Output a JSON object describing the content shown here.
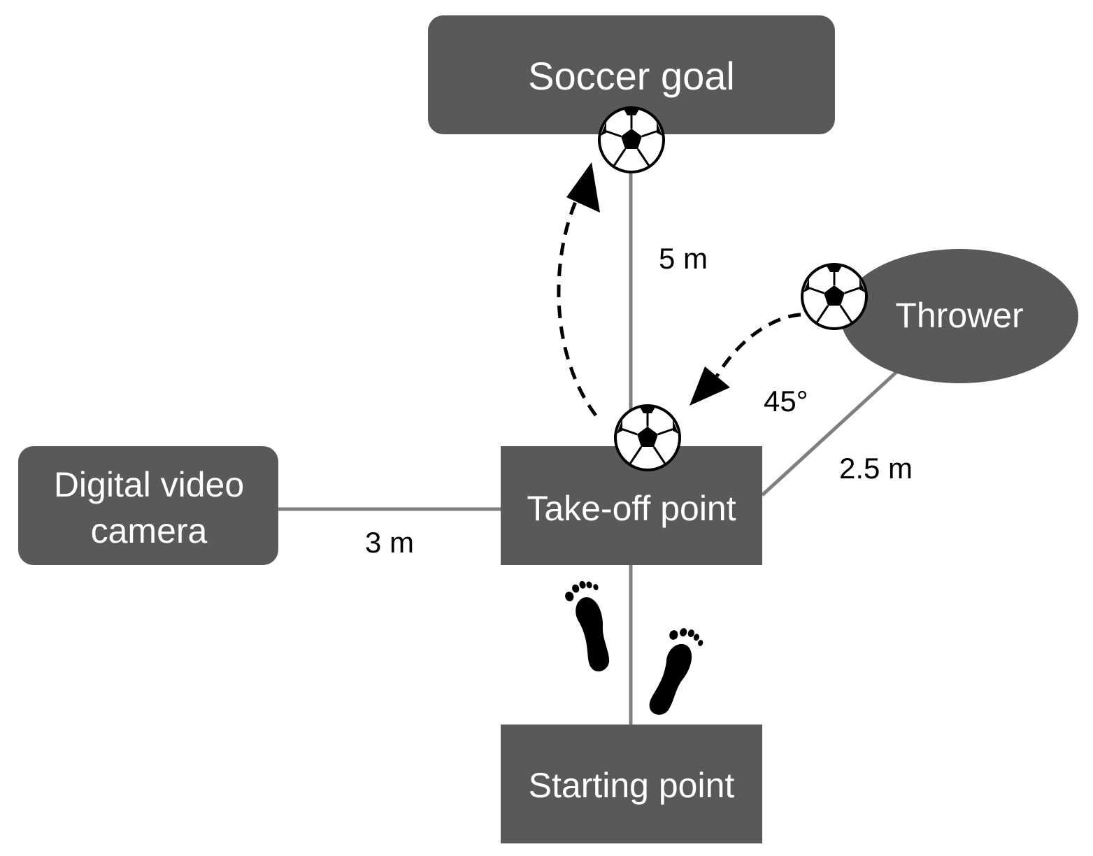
{
  "nodes": {
    "soccer_goal": {
      "label": "Soccer goal"
    },
    "thrower": {
      "label": "Thrower"
    },
    "camera": {
      "line1": "Digital video",
      "line2": "camera"
    },
    "takeoff": {
      "label": "Take-off point"
    },
    "start": {
      "label": "Starting point"
    }
  },
  "dimensions": {
    "goal_distance": "5 m",
    "camera_distance": "3 m",
    "thrower_distance": "2.5 m",
    "thrower_angle": "45°"
  },
  "icons": [
    "soccer-ball-icon",
    "footprint-icon"
  ],
  "colors": {
    "box_fill": "#595959",
    "line": "#7f7f7f",
    "arrow": "#000000",
    "text_light": "#ffffff",
    "text_dark": "#000000"
  }
}
